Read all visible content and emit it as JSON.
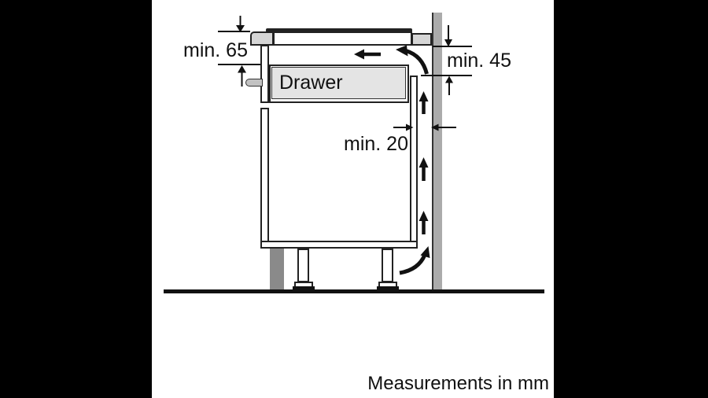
{
  "diagram": {
    "labels": {
      "min65": "min. 65",
      "min45": "min. 45",
      "min20": "min. 20",
      "drawer": "Drawer",
      "footer": "Measurements in mm"
    },
    "colors": {
      "background": "#000000",
      "canvas": "#ffffff",
      "line": "#111111",
      "wall": "#ababab",
      "plinth": "#8a8a8a",
      "drawer": "#e4e4e4",
      "worktop": "#d6d6d6",
      "handle": "#c2c2c2",
      "hob_glass": "#222222"
    }
  }
}
